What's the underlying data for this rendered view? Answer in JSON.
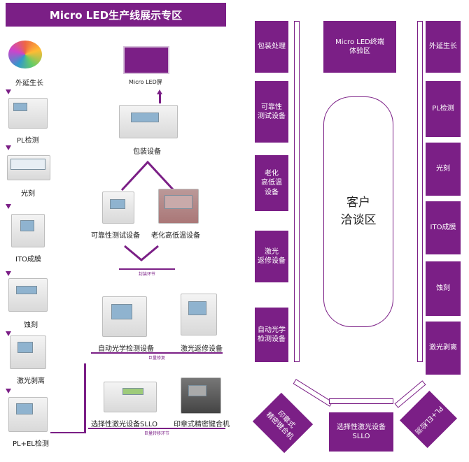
{
  "left": {
    "title": "Micro LED生产线展示专区",
    "steps": [
      "外延生长",
      "PL检测",
      "光刻",
      "ITO成膜",
      "蚀刻",
      "激光剥离",
      "PL+EL检测"
    ],
    "screen_label": "Micro LED屏",
    "packaging_label": "包装设备",
    "reliability_label": "可靠性测试设备",
    "aging_label": "老化高低温设备",
    "section_encapsulation": "封装环节",
    "aoi_label": "自动光学检测设备",
    "laser_repair_label": "激光返修设备",
    "section_repair": "巨量修复",
    "sllo_label": "选择性激光设备SLLO",
    "printing_label": "印章式精密键合机",
    "section_transfer": "巨量转移环节"
  },
  "right": {
    "left_column": [
      "包装处理",
      "可靠性\n测试设备",
      "老化\n高低温\n设备",
      "激光\n返修设备",
      "自动光学\n检测设备"
    ],
    "right_column": [
      "外延生长",
      "PL检测",
      "光刻",
      "ITO成膜",
      "蚀刻",
      "激光剥离"
    ],
    "top_center": "Micro LED终端\n体验区",
    "center": "客户\n洽谈区",
    "bottom_left": "印章式\n精密键合机",
    "bottom_center": "选择性激光设备\nSLLO",
    "bottom_right": "PL+EL检测"
  },
  "colors": {
    "accent": "#7b1f86"
  }
}
